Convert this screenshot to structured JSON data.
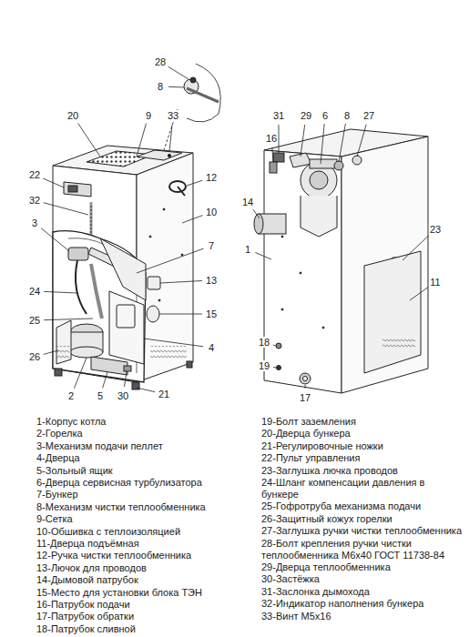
{
  "diagram": {
    "labels": [
      "28",
      "8",
      "20",
      "9",
      "33",
      "22",
      "12",
      "32",
      "3",
      "10",
      "7",
      "13",
      "24",
      "15",
      "25",
      "26",
      "4",
      "2",
      "5",
      "30",
      "21",
      "31",
      "29",
      "6",
      "8",
      "27",
      "16",
      "14",
      "1",
      "23",
      "11",
      "18",
      "19",
      "17",
      "1-Корпус котла",
      "2-Горелка",
      "3-Механизм подачи пеллет",
      "4-Дверца",
      "5-Зольный ящик",
      "6-Дверца сервисная турбулизатора",
      "7-Бункер",
      "8-Механизм чистки теплообменника",
      "9-Сетка",
      "10-Обшивка с теплоизоляцией",
      "11-Дверца подъёмная",
      "12-Ручка чистки теплообменника",
      "13-Лючок для проводов",
      "14-Дымовой патрубок",
      "15-Место для установки блока ТЭН",
      "16-Патрубок подачи",
      "17-Патрубок обратки",
      "18-Патрубок сливной",
      "19-Болт заземления",
      "20-Дверца бункера",
      "21-Регулировочные ножки",
      "22-Пульт управления",
      "23-Заглушка лючка проводов",
      "24-Шланг компенсации давления в бункере",
      "25-Гофротруба механизма подачи",
      "26-Защитный кожух горелки",
      "27-Заглушка ручки чистки теплообменника",
      "28-Болт крепления ручки чистки теплообменника М6х40 ГОСТ 11738-84",
      "29-Дверца теплообменника",
      "30-Застёжка",
      "31-Заслонка дымохода",
      "32-Индикатор наполнения бункера",
      "33-Винт М5х16"
    ]
  }
}
